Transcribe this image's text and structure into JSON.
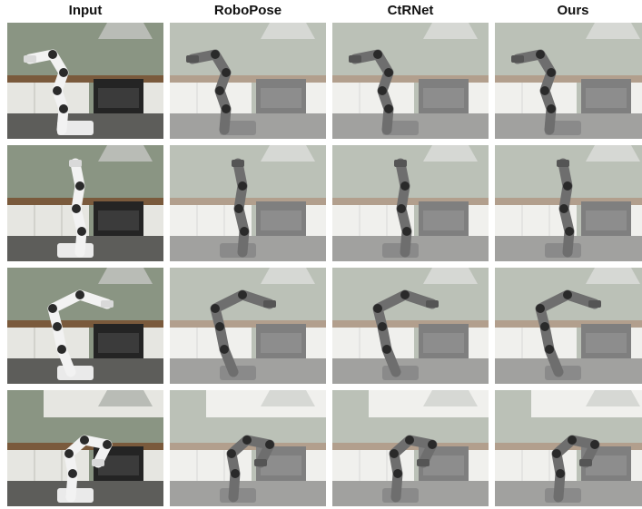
{
  "columns": [
    {
      "label": "Input"
    },
    {
      "label": "RoboPose"
    },
    {
      "label": "CtRNet"
    },
    {
      "label": "Ours"
    }
  ],
  "rows": [
    {
      "scene": "kitchen-dark-oven",
      "pose": "arm-reaching-up-left"
    },
    {
      "scene": "kitchen-green-wall",
      "pose": "arm-vertical-gripper-top"
    },
    {
      "scene": "kitchen-gray-cabinets",
      "pose": "arm-bent-forward"
    },
    {
      "scene": "kitchen-white-cabinets",
      "pose": "arm-folded-center"
    }
  ],
  "colors": {
    "wall": "#8a9583",
    "cabinet": "#e6e6e1",
    "counter": "#7a5a3c",
    "floor": "#5d5d5a",
    "robot_light": "#f2f2f2",
    "robot_render": "#6e6e6e",
    "joint": "#2a2a2a"
  }
}
